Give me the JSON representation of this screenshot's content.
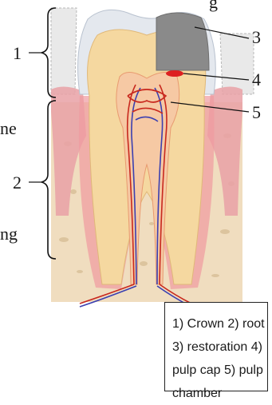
{
  "callouts": [
    {
      "number": "1",
      "label": "1"
    },
    {
      "number": "2",
      "label": "2"
    },
    {
      "number": "3",
      "label": "3"
    },
    {
      "number": "4",
      "label": "4"
    },
    {
      "number": "5",
      "label": "5"
    }
  ],
  "caption": "1) Crown 2) root 3) restoration 4) pulp cap 5) pulp chamber",
  "text_fragments": {
    "top_cut": "g",
    "left_mid": "ne",
    "left_low": "ng"
  },
  "colors": {
    "enamel": "#e4e8ee",
    "dentin": "#f5d8a0",
    "pulp": "#f6c9a4",
    "bone": "#f0ddbf",
    "gum": "#e9a1a6",
    "restoration": "#8a8a8a",
    "pulp_cap": "#dd2020",
    "vessel_red": "#c8281e",
    "vessel_blue": "#3b3fb0"
  }
}
